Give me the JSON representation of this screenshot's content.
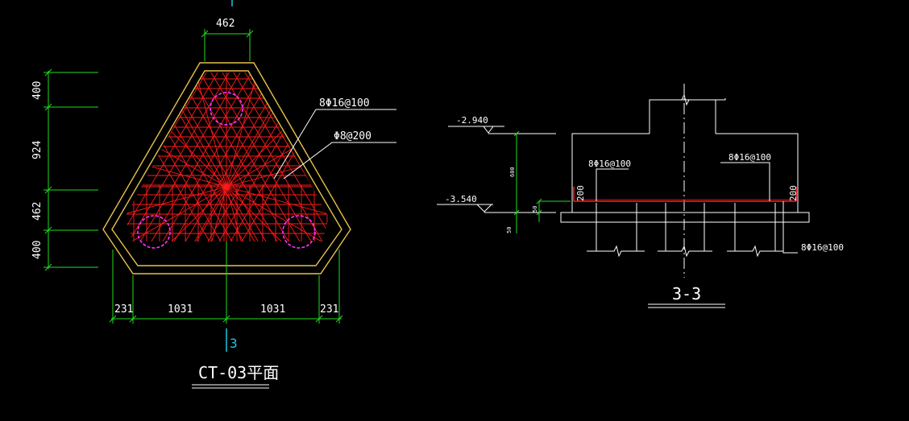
{
  "colors": {
    "background": "#000000",
    "outline": "#e6c24a",
    "rebar": "#ff1a1a",
    "pile": "#ff33ff",
    "dimension": "#22dd22",
    "section_mark": "#19c6e6",
    "text": "#ffffff"
  },
  "plan": {
    "title": "CT-03平面",
    "section_mark_label": "3",
    "dim_top": "462",
    "dim_left": [
      "400",
      "924",
      "462",
      "400"
    ],
    "dim_bottom": [
      "231",
      "1031",
      "1031",
      "231"
    ],
    "leader_top": "8Φ16@100",
    "leader_bottom": "Φ8@200"
  },
  "section": {
    "title": "3-3",
    "level_top": "-2.940",
    "level_bottom": "-3.540",
    "dim_height": "600",
    "dim_small_a": "50",
    "dim_small_b": "50",
    "rebar_left": "8Φ16@100",
    "rebar_right": "8Φ16@100",
    "rebar_bottom": "8Φ16@100",
    "side_left": "200",
    "side_right": "200"
  }
}
